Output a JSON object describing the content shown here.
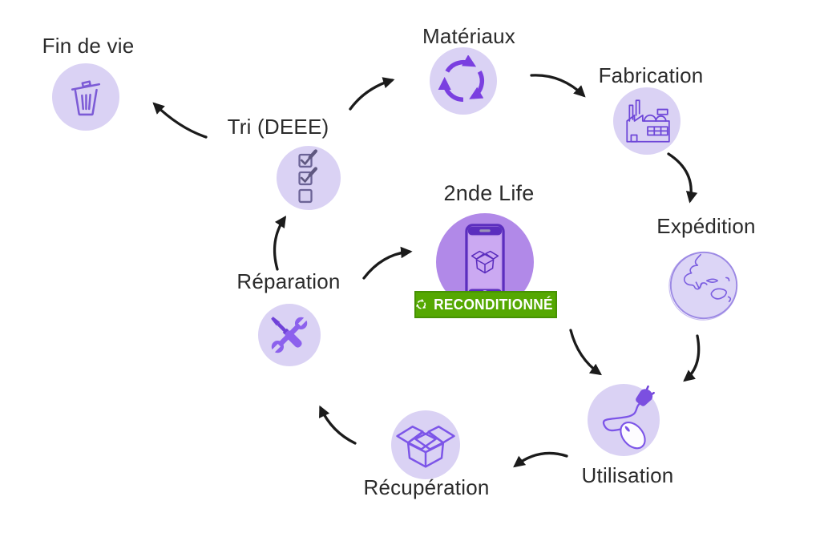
{
  "diagram": {
    "type": "cycle-diagram",
    "background": "#ffffff",
    "colors": {
      "node_bubble": "#dad2f4",
      "center_bubble": "#b189e8",
      "icon_purple": "#7c5bd6",
      "accent_purple": "#7a3fe0",
      "dark_purple": "#5b2ebe",
      "checklist_gray_purple": "#6b6396",
      "badge_green": "#55a802",
      "badge_text": "#ffffff",
      "arrow_black": "#1b1b1b",
      "label_text": "#2b2b2b"
    },
    "nodes": {
      "fin_de_vie": {
        "label": "Fin de vie",
        "icon": "trash-icon"
      },
      "tri": {
        "label": "Tri (DEEE)",
        "icon": "checklist-icon"
      },
      "materiaux": {
        "label": "Matériaux",
        "icon": "recycle-icon"
      },
      "fabrication": {
        "label": "Fabrication",
        "icon": "factory-icon"
      },
      "expedition": {
        "label": "Expédition",
        "icon": "globe-icon"
      },
      "utilisation": {
        "label": "Utilisation",
        "icon": "mouse-plug-icon"
      },
      "recuperation": {
        "label": "Récupération",
        "icon": "open-box-icon"
      },
      "reparation": {
        "label": "Réparation",
        "icon": "tools-icon"
      },
      "seconde_vie": {
        "label": "2nde Life",
        "icon": "smartphone-box-icon",
        "badge": {
          "label": "RECONDITIONNÉ",
          "icon": "recycle-icon"
        }
      }
    },
    "flow": [
      {
        "from": "tri",
        "to": "fin_de_vie"
      },
      {
        "from": "tri",
        "to": "materiaux"
      },
      {
        "from": "materiaux",
        "to": "fabrication"
      },
      {
        "from": "fabrication",
        "to": "expedition"
      },
      {
        "from": "expedition",
        "to": "utilisation"
      },
      {
        "from": "seconde_vie",
        "to": "utilisation"
      },
      {
        "from": "utilisation",
        "to": "recuperation"
      },
      {
        "from": "recuperation",
        "to": "reparation"
      },
      {
        "from": "reparation",
        "to": "tri"
      },
      {
        "from": "reparation",
        "to": "seconde_vie"
      }
    ]
  }
}
